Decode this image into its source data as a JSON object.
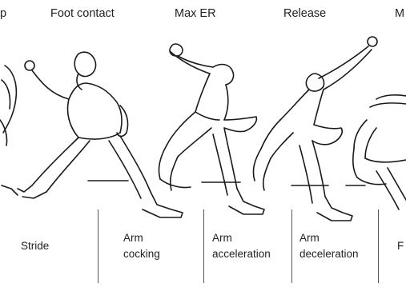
{
  "events": [
    {
      "label": "p"
    },
    {
      "label": "Foot contact"
    },
    {
      "label": "Max ER"
    },
    {
      "label": "Release"
    },
    {
      "label": "M"
    }
  ],
  "phases": [
    {
      "label": "Stride"
    },
    {
      "line1": "Arm",
      "line2": "cocking"
    },
    {
      "line1": "Arm",
      "line2": "acceleration"
    },
    {
      "line1": "Arm",
      "line2": "deceleration"
    },
    {
      "label": "F"
    }
  ]
}
